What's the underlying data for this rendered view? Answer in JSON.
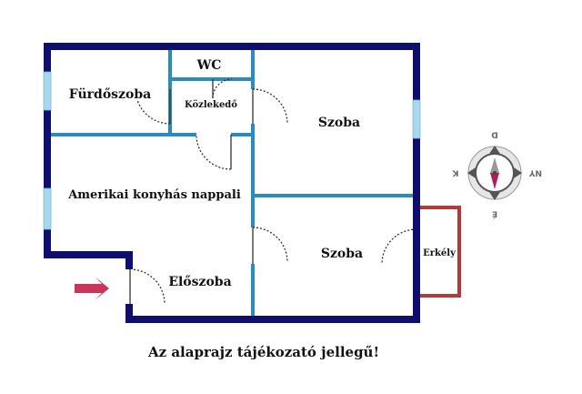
{
  "colors": {
    "outer_wall": "#0e0e6e",
    "inner_wall": "#2a8bbd",
    "window": "#a9d7ec",
    "balcony": "#b23a3a",
    "arrow": "#c8365a",
    "door": "#333333"
  },
  "rooms": {
    "wc": "WC",
    "bathroom": "Fürdőszoba",
    "hallway": "Közlekedő",
    "room_top": "Szoba",
    "living_kitchen": "Amerikai konyhás nappali",
    "room_bottom": "Szoba",
    "entrance_hall": "Előszoba",
    "balcony": "Erkély"
  },
  "compass": {
    "north": "É",
    "south": "D",
    "east": "K",
    "west": "NY"
  },
  "icons": {
    "entrance": "entrance-arrow-icon",
    "compass": "compass-icon"
  },
  "disclaimer": "Az alaprajz tájékozató jellegű!"
}
